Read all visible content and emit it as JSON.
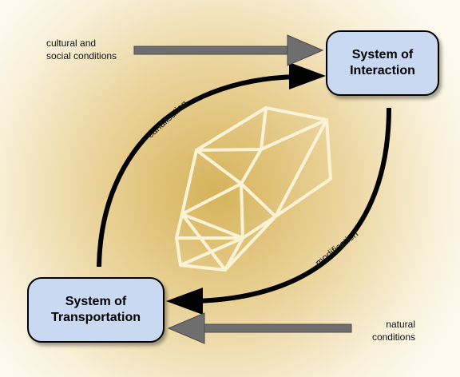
{
  "boxes": {
    "interaction": {
      "line1": "System of",
      "line2": "Interaction"
    },
    "transportation": {
      "line1": "System of",
      "line2": "Transportation"
    }
  },
  "inputs": {
    "cultural": {
      "line1": "cultural and",
      "line2": "social conditions"
    },
    "natural": {
      "line1": "natural",
      "line2": "conditions"
    }
  },
  "arrows": {
    "canalisation": "canalisation",
    "modification": "modification"
  },
  "colors": {
    "box_fill": "#c9d9f2",
    "box_border": "#000000",
    "background_glow": "#d8b85c",
    "background_outer": "#ffffff",
    "gray_arrow": "#6e6e6e",
    "polyhedron_stroke": "#fbf3d6",
    "cycle_arrow": "#000000"
  },
  "decoration": {
    "centre_figure": "polyhedron"
  }
}
